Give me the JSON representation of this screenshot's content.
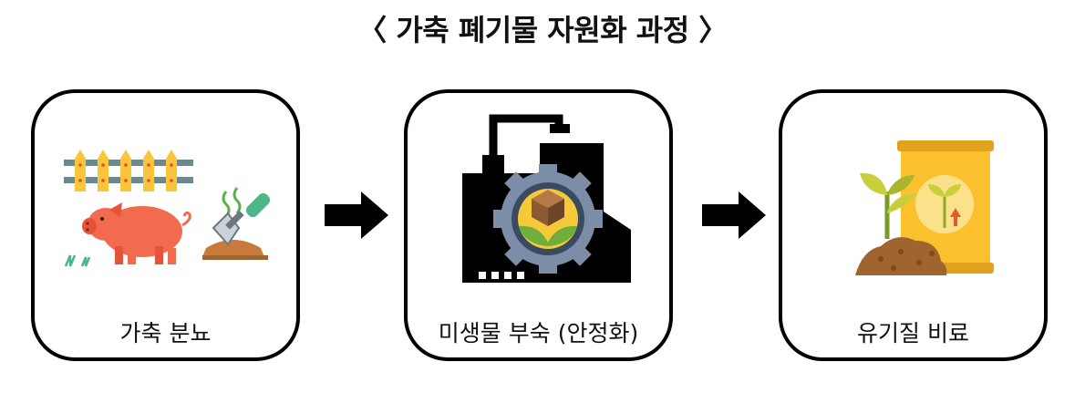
{
  "title": "〈 가축 폐기물 자원화 과정 〉",
  "steps": [
    {
      "label": "가축 분뇨",
      "icon": "pig-manure-icon"
    },
    {
      "label": "미생물 부숙 (안정화)",
      "icon": "fermentation-factory-icon"
    },
    {
      "label": "유기질 비료",
      "icon": "fertilizer-bag-icon"
    }
  ],
  "colors": {
    "border": "#000000",
    "pig": "#F26B4F",
    "fence": "#F9C53B",
    "gear": "#7C8DA8",
    "leaf": "#C9CF3A",
    "soil": "#A0642E",
    "bag": "#FAC02E"
  }
}
